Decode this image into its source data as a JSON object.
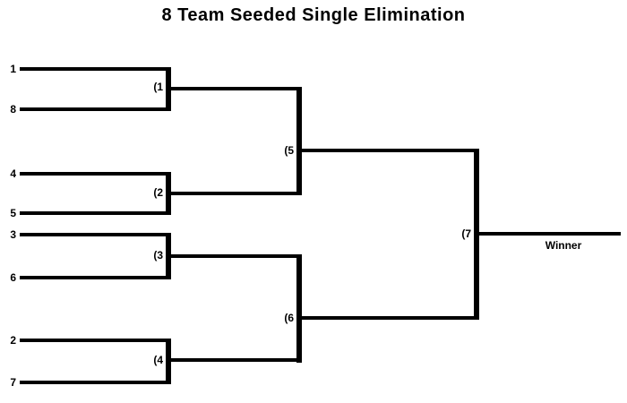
{
  "title": "8 Team Seeded Single Elimination",
  "colors": {
    "line": "#000000",
    "text": "#000000",
    "background": "#ffffff"
  },
  "bracket": {
    "round1_matches": [
      {
        "label": "(1",
        "top_seed": "1",
        "bottom_seed": "8"
      },
      {
        "label": "(2",
        "top_seed": "4",
        "bottom_seed": "5"
      },
      {
        "label": "(3",
        "top_seed": "3",
        "bottom_seed": "6"
      },
      {
        "label": "(4",
        "top_seed": "2",
        "bottom_seed": "7"
      }
    ],
    "round2_matches": [
      {
        "label": "(5"
      },
      {
        "label": "(6"
      }
    ],
    "final_match": {
      "label": "(7"
    },
    "winner_label": "Winner"
  }
}
